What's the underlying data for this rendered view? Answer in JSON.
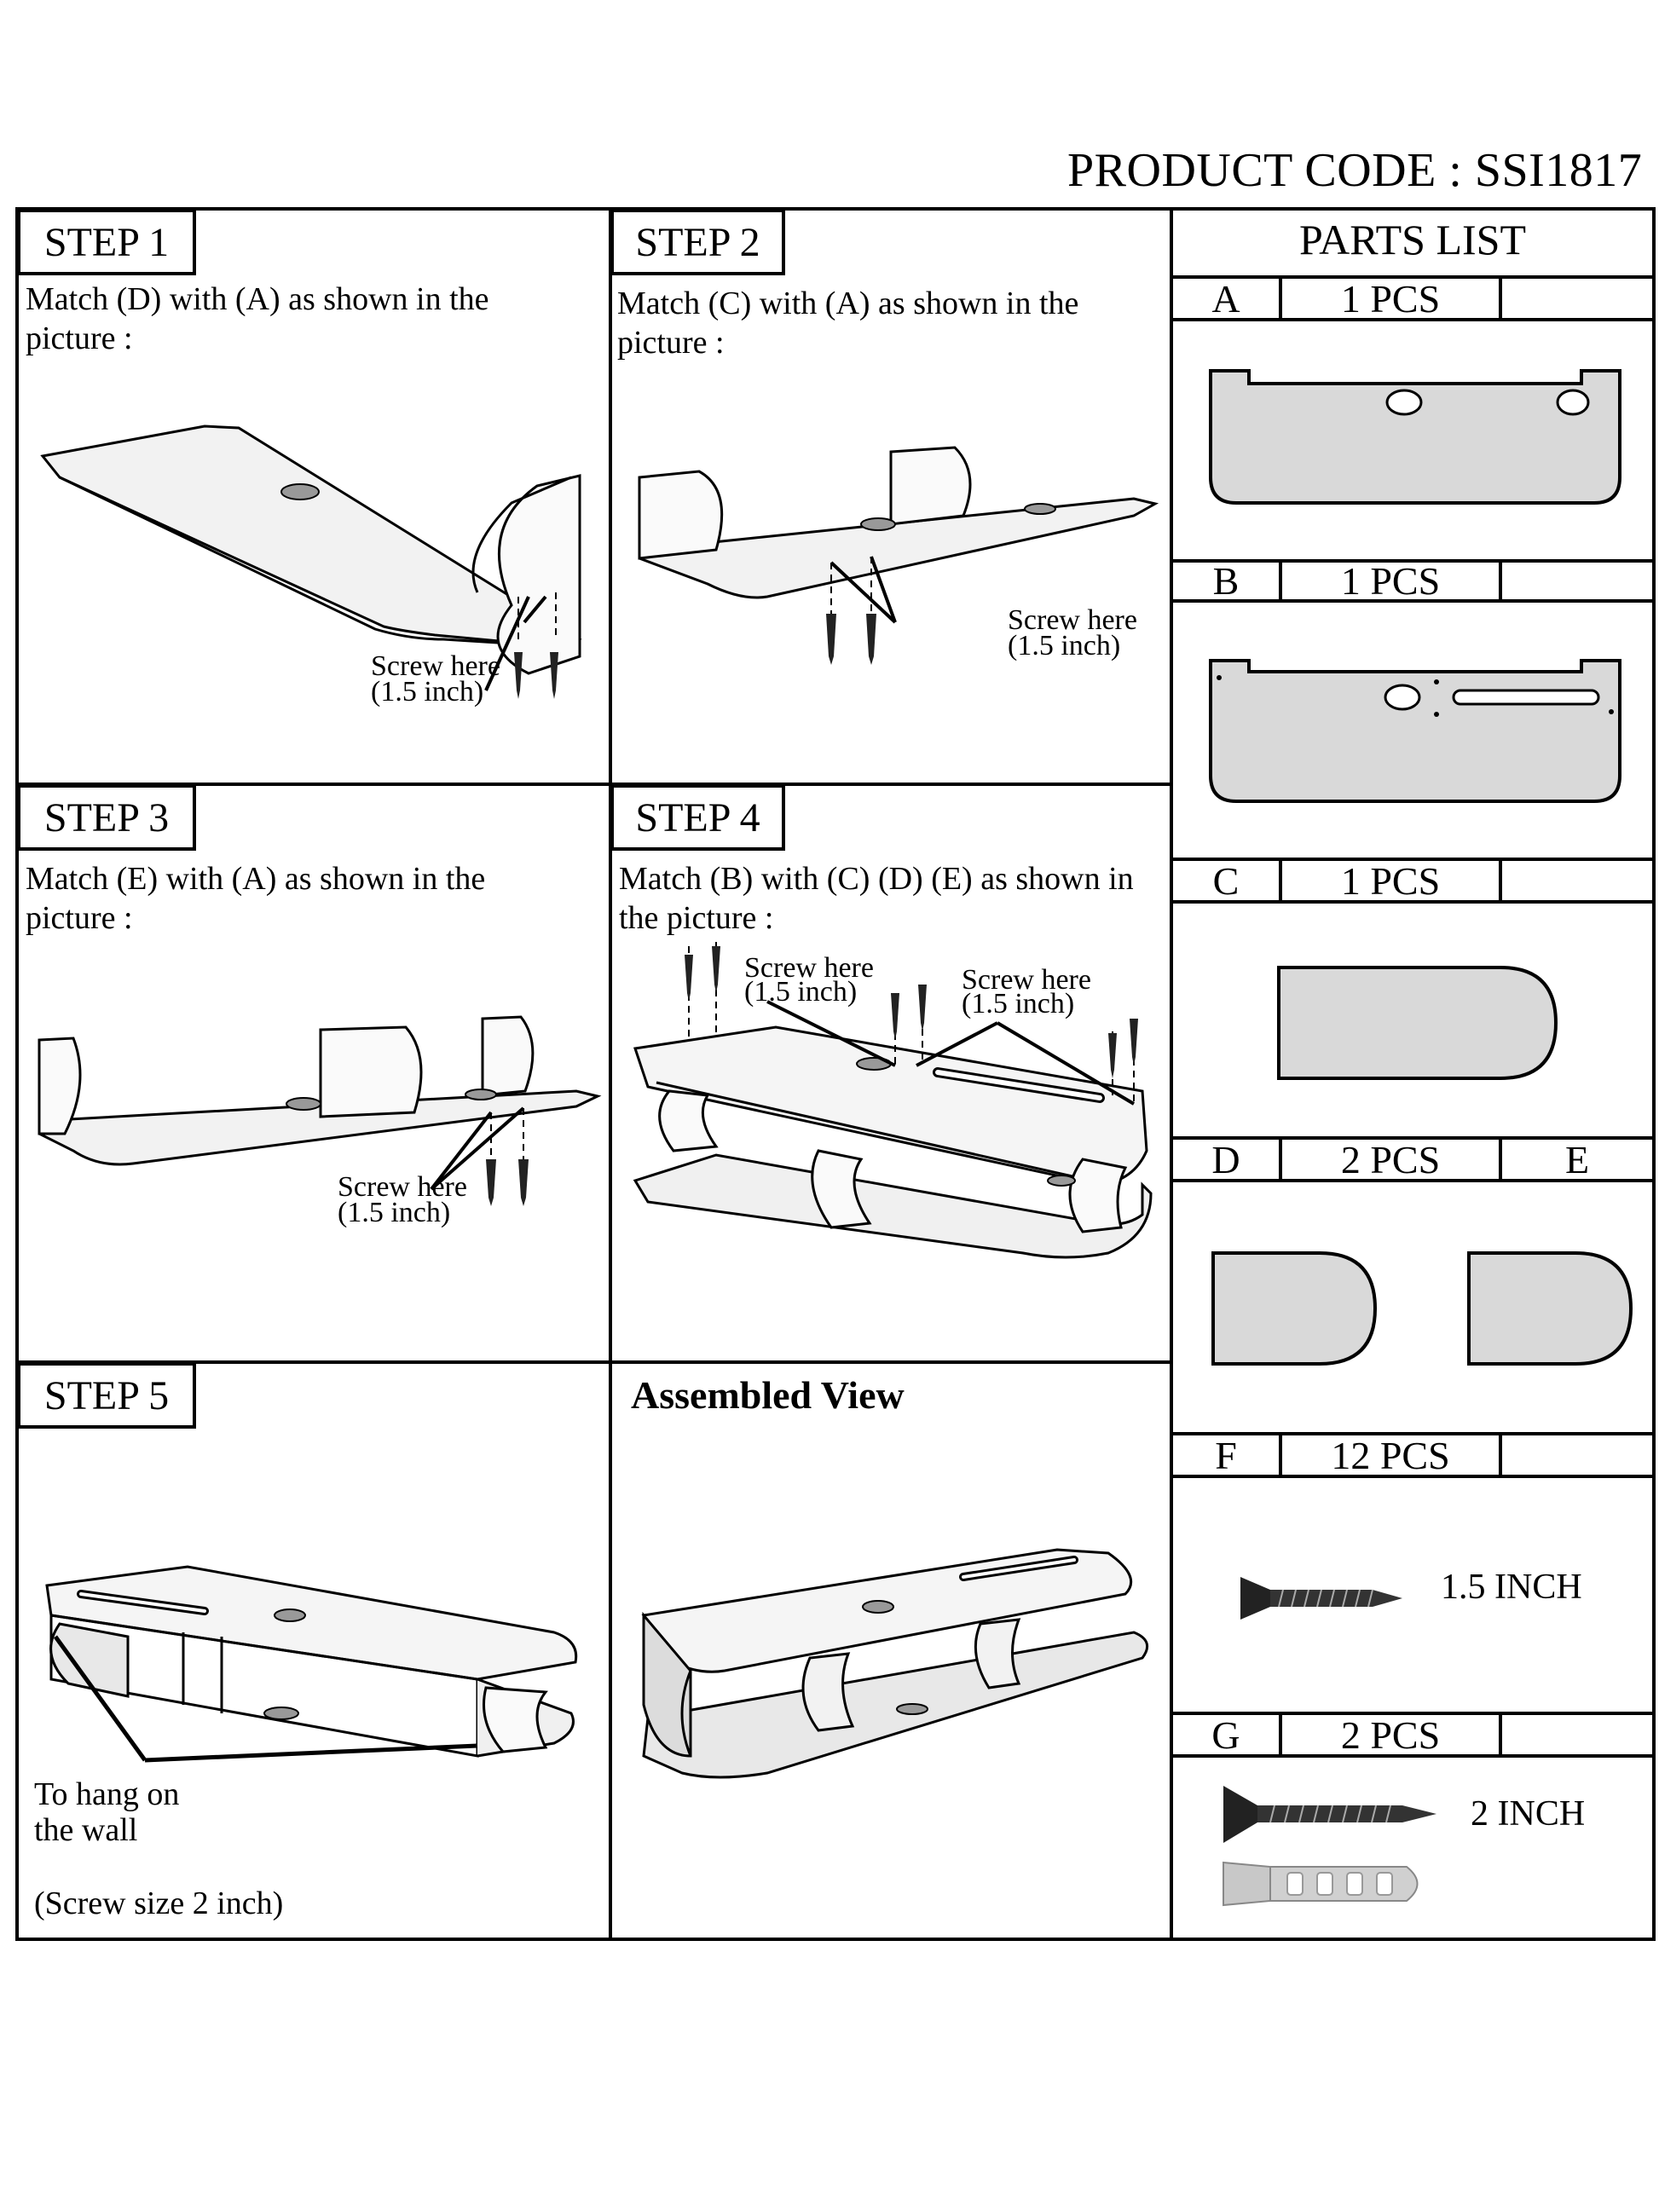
{
  "product_code": "PRODUCT CODE : SSI1817",
  "steps": [
    {
      "label": "STEP 1",
      "instruction": "Match (D) with (A) as shown in the picture :",
      "screw_line1": "Screw here",
      "screw_line2": "(1.5 inch)"
    },
    {
      "label": "STEP 2",
      "instruction": "Match (C) with (A) as shown in the picture :",
      "screw_line1": "Screw here",
      "screw_line2": "(1.5 inch)"
    },
    {
      "label": "STEP 3",
      "instruction": "Match (E) with (A) as shown in the picture :",
      "screw_line1": "Screw here",
      "screw_line2": "(1.5 inch)"
    },
    {
      "label": "STEP 4",
      "instruction": "Match (B) with (C) (D) (E) as shown in the picture :",
      "screw_line1": "Screw here",
      "screw_line2": "(1.5 inch)",
      "screw2_line1": "Screw here",
      "screw2_line2": "(1.5 inch)"
    },
    {
      "label": "STEP 5",
      "hang_line1": "To hang on",
      "hang_line2": "the wall",
      "screw_size": "(Screw size 2 inch)"
    }
  ],
  "assembled_view": "Assembled View",
  "parts_list": {
    "title": "PARTS LIST",
    "parts": [
      {
        "letter": "A",
        "qty": "1 PCS",
        "extra": ""
      },
      {
        "letter": "B",
        "qty": "1 PCS",
        "extra": ""
      },
      {
        "letter": "C",
        "qty": "1 PCS",
        "extra": ""
      },
      {
        "letter": "D",
        "qty": "2 PCS",
        "extra": "E"
      },
      {
        "letter": "F",
        "qty": "12 PCS",
        "extra": "",
        "note": "1.5 INCH"
      },
      {
        "letter": "G",
        "qty": "2 PCS",
        "extra": "",
        "note": "2 INCH"
      }
    ]
  }
}
